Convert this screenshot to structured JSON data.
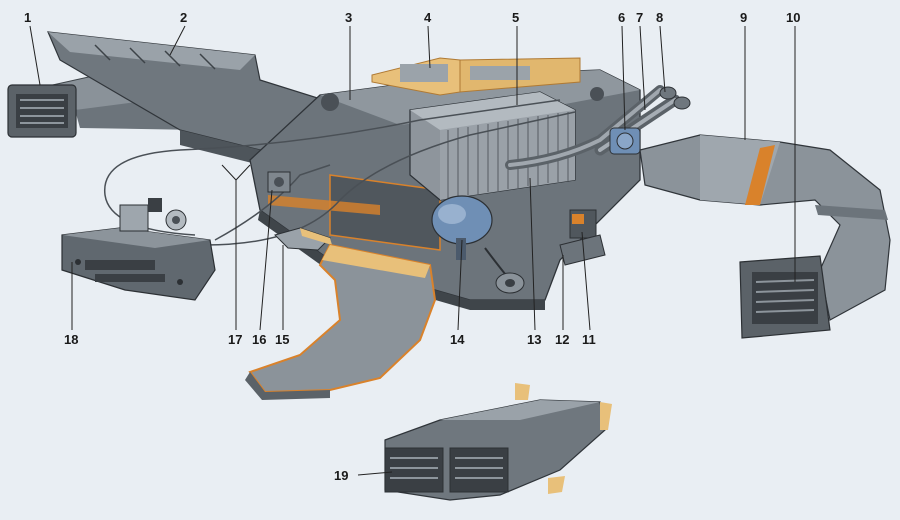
{
  "background": "#e9eef3",
  "colors": {
    "duct": "#7f878e",
    "duct_light": "#a7aeb5",
    "duct_dark": "#4d5359",
    "edge_orange": "#d9822b",
    "foam": "#e8c07a",
    "radiator": "#8e959c",
    "motor_blue": "#6f8fb5",
    "line": "#222222"
  },
  "callouts": [
    {
      "id": "1",
      "text": "1"
    },
    {
      "id": "2",
      "text": "2"
    },
    {
      "id": "3",
      "text": "3"
    },
    {
      "id": "4",
      "text": "4"
    },
    {
      "id": "5",
      "text": "5"
    },
    {
      "id": "6",
      "text": "6"
    },
    {
      "id": "7",
      "text": "7"
    },
    {
      "id": "8",
      "text": "8"
    },
    {
      "id": "9",
      "text": "9"
    },
    {
      "id": "10",
      "text": "10"
    },
    {
      "id": "11",
      "text": "11"
    },
    {
      "id": "12",
      "text": "12"
    },
    {
      "id": "13",
      "text": "13"
    },
    {
      "id": "14",
      "text": "14"
    },
    {
      "id": "15",
      "text": "15"
    },
    {
      "id": "16",
      "text": "16"
    },
    {
      "id": "17",
      "text": "17"
    },
    {
      "id": "18",
      "text": "18"
    },
    {
      "id": "19",
      "text": "19"
    }
  ]
}
